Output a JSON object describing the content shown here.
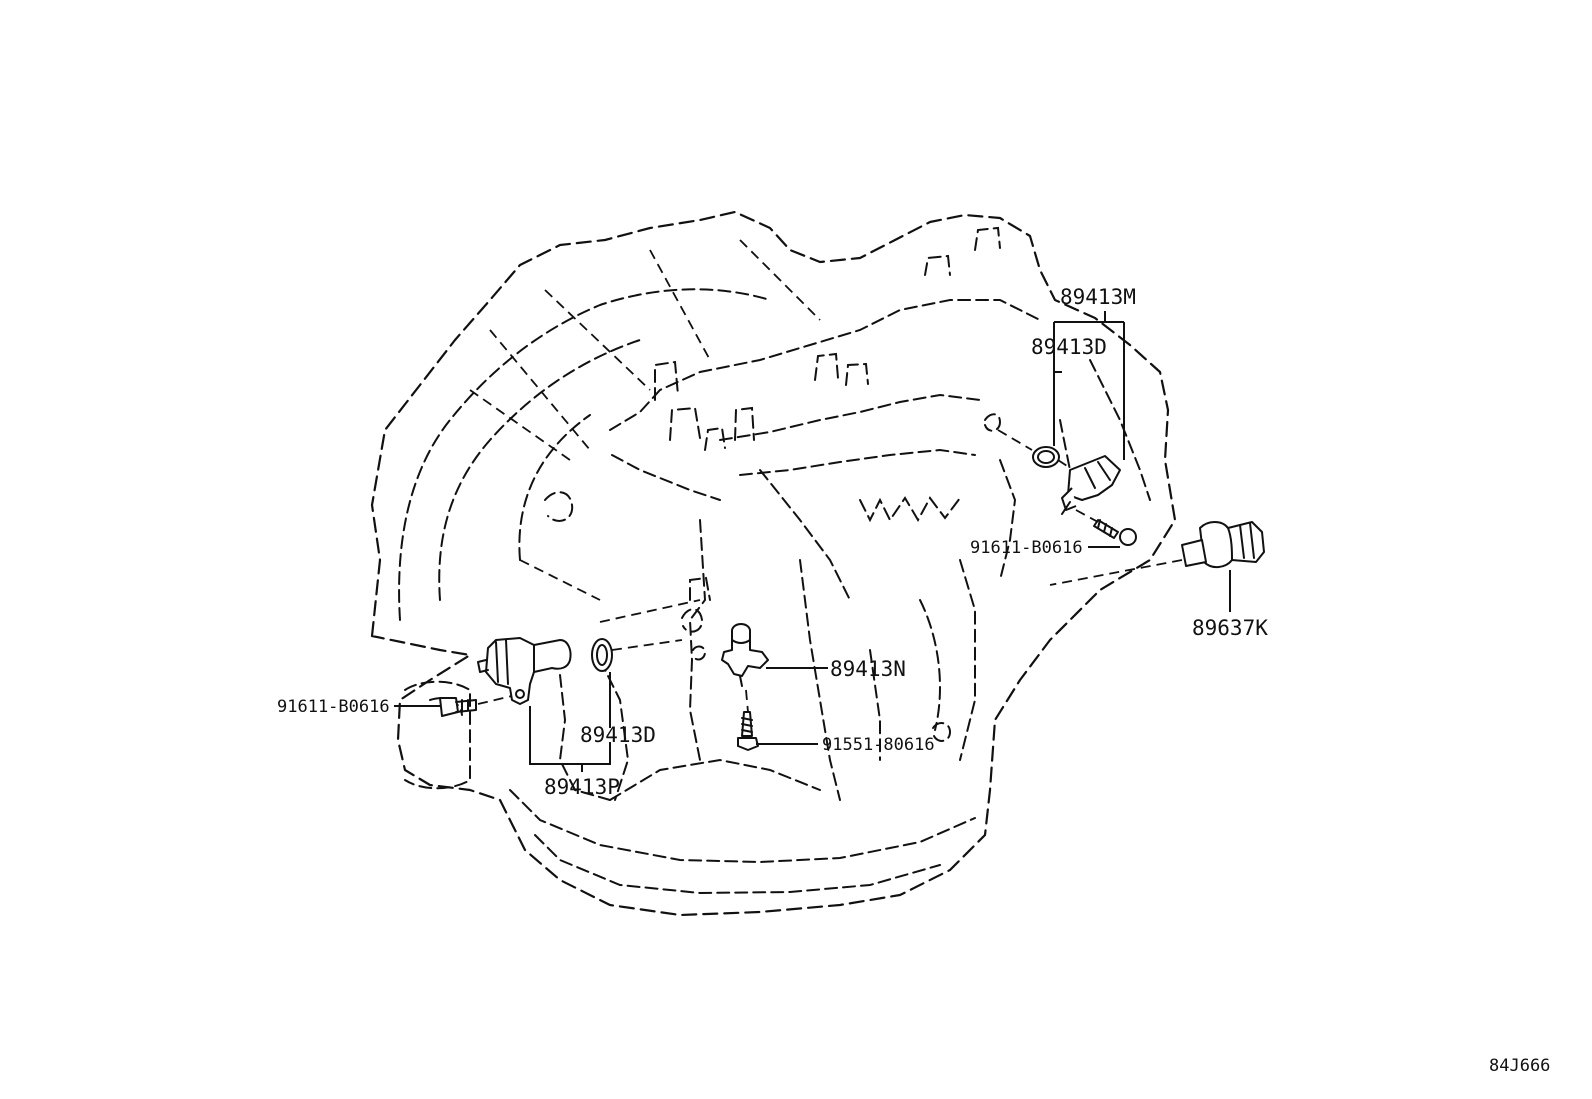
{
  "labels": {
    "sensor_right_assy": "89413M",
    "oring_right": "89413D",
    "bolt_right": "91611-B0616",
    "pressure_switch": "89637K",
    "sensor_center": "89413N",
    "bolt_center": "91551-80616",
    "bolt_left": "91611-B0616",
    "oring_left": "89413D",
    "sensor_left_assy": "89413P"
  },
  "illustration_code": "84J666"
}
